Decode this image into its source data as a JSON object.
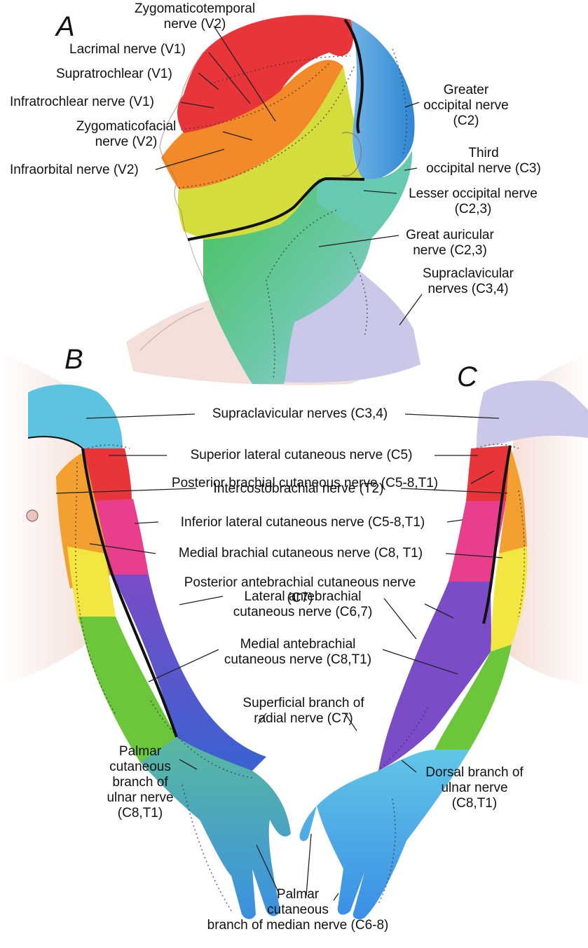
{
  "panels": {
    "a": "A",
    "b": "B",
    "c": "C"
  },
  "head_labels": {
    "zygomaticotemporal_1": "Zygomaticotemporal",
    "zygomaticotemporal_2": "nerve (V2)",
    "lacrimal": "Lacrimal nerve (V1)",
    "supratrochlear": "Supratrochlear (V1)",
    "infratrochlear": "Infratrochlear nerve (V1)",
    "zygomaticofacial_1": "Zygomaticofacial",
    "zygomaticofacial_2": "nerve (V2)",
    "infraorbital": "Infraorbital nerve (V2)",
    "greater_occipital_1": "Greater",
    "greater_occipital_2": "occipital nerve",
    "greater_occipital_3": "(C2)",
    "third_occipital_1": "Third",
    "third_occipital_2": "occipital nerve (C3)",
    "lesser_occipital_1": "Lesser occipital nerve",
    "lesser_occipital_2": "(C2,3)",
    "great_auricular_1": "Great auricular",
    "great_auricular_2": "nerve (C2,3)",
    "supraclavicular_1": "Supraclavicular",
    "supraclavicular_2": "nerves (C3,4)"
  },
  "arm_labels": {
    "supraclavicular": "Supraclavicular nerves (C3,4)",
    "superior_lateral": "Superior lateral cutaneous nerve (C5)",
    "posterior_brachial": "Posterior brachial cutaneous nerve (C5-8,T1)",
    "intercostobrachial": "Intercostobrachial nerve (T2)",
    "inferior_lateral": "Inferior lateral cutaneous nerve (C5-8,T1)",
    "medial_brachial": "Medial brachial cutaneous nerve (C8, T1)",
    "posterior_antebrachial_1": "Posterior antebrachial cutaneous nerve",
    "posterior_antebrachial_2": "(C7)",
    "lateral_antebrachial_1": "Lateral antebrachial",
    "lateral_antebrachial_2": "cutaneous nerve (C6,7)",
    "medial_antebrachial_1": "Medial antebrachial",
    "medial_antebrachial_2": "cutaneous nerve (C8,T1)",
    "superficial_radial_1": "Superficial branch of",
    "superficial_radial_2": "radial nerve (C7)",
    "palmar_ulnar_1": "Palmar",
    "palmar_ulnar_2": "cutaneous",
    "palmar_ulnar_3": "branch of",
    "palmar_ulnar_4": "ulnar nerve",
    "palmar_ulnar_5": "(C8,T1)",
    "dorsal_ulnar_1": "Dorsal branch of",
    "dorsal_ulnar_2": "ulnar nerve",
    "dorsal_ulnar_3": "(C8,T1)",
    "palmar_median_1": "Palmar",
    "palmar_median_2": "cutaneous",
    "palmar_median_3": "branch of median nerve (C6-8)"
  },
  "colors": {
    "V1": "#e8353a",
    "V2": "#f28a2a",
    "V3": "#d4dc3a",
    "C2": "#3a8fd8",
    "C3": "#6cc4a0",
    "C2_3": "#4cc06a",
    "C3_4": "#c9c8e8",
    "C3_4_arm": "#5cc4e0",
    "C5": "#e8353a",
    "C5_8_T1": "#e83e8c",
    "T2": "#f2a030",
    "C8_T1_brachial": "#f4e642",
    "C7": "#7a5cc8",
    "C6_7": "#5a50c0",
    "C8_T1": "#6cc63a",
    "hand": "#58b8e8",
    "skin": "#f2d8d0"
  }
}
